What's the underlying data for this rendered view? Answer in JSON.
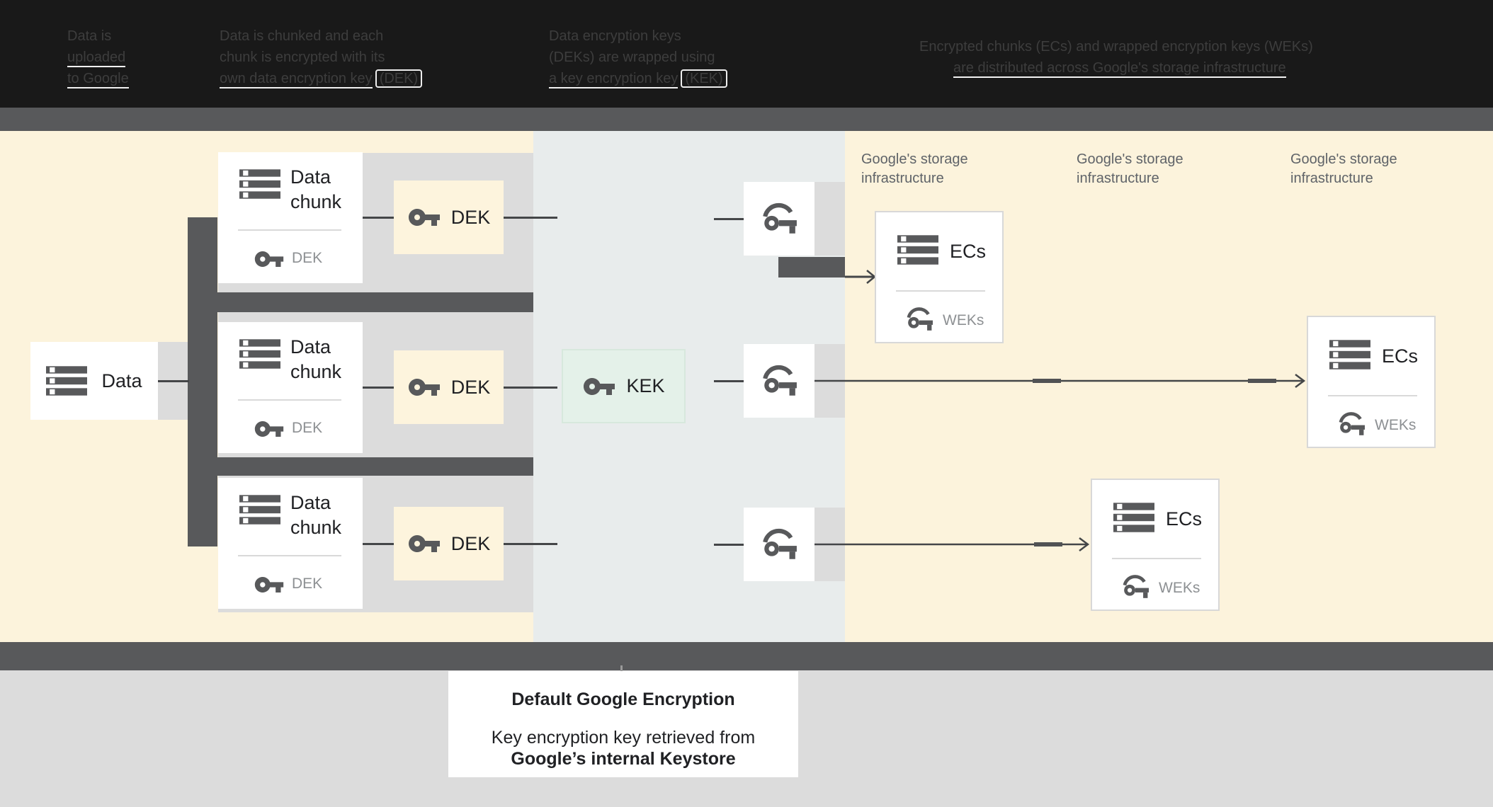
{
  "header": {
    "block1": {
      "l1": "Data is",
      "l2": "uploaded",
      "l3": "to Google"
    },
    "block2": {
      "l1": "Data is chunked and each",
      "l2": "chunk is encrypted with its",
      "l3_pre": "own data encryption key",
      "l3_tag": "(DEK)"
    },
    "block3": {
      "l1": "Data encryption keys",
      "l2": "(DEKs) are wrapped using",
      "l3_pre": "a key encryption key",
      "l3_tag": "(KEK)"
    },
    "block4": {
      "l1": "Encrypted chunks (ECs) and wrapped encryption keys (WEKs)",
      "l2": "are distributed across Google's storage infrastructure"
    }
  },
  "diagram": {
    "data_label": "Data",
    "chunk_line1": "Data",
    "chunk_line2": "chunk",
    "dek_label": "DEK",
    "kek_label": "KEK",
    "ecs_label": "ECs",
    "weks_label": "WEKs",
    "storage_line1": "Google's storage",
    "storage_line2": "infrastructure"
  },
  "caption": {
    "title": "Default Google Encryption",
    "subtitle_line1": "Key encryption key retrieved from",
    "subtitle_line2": "Google’s internal Keystore"
  },
  "colors": {
    "header_bg": "#191919",
    "header_text": "#3d3d3d",
    "link_underline": "#f2f2f2",
    "dark_band": "#58595b",
    "light_gray_band": "#dcdcdc",
    "cream_bg": "#fcf3dc",
    "kek_column_bg": "#e8ecec",
    "kek_box_green": "#e4f1e9",
    "dek_box_cream": "#fdf4dd",
    "icon_gray": "#58595b",
    "text_dark": "#202124",
    "text_gray": "#8d9093",
    "storage_text": "#5f6368",
    "connector": "#444648"
  }
}
